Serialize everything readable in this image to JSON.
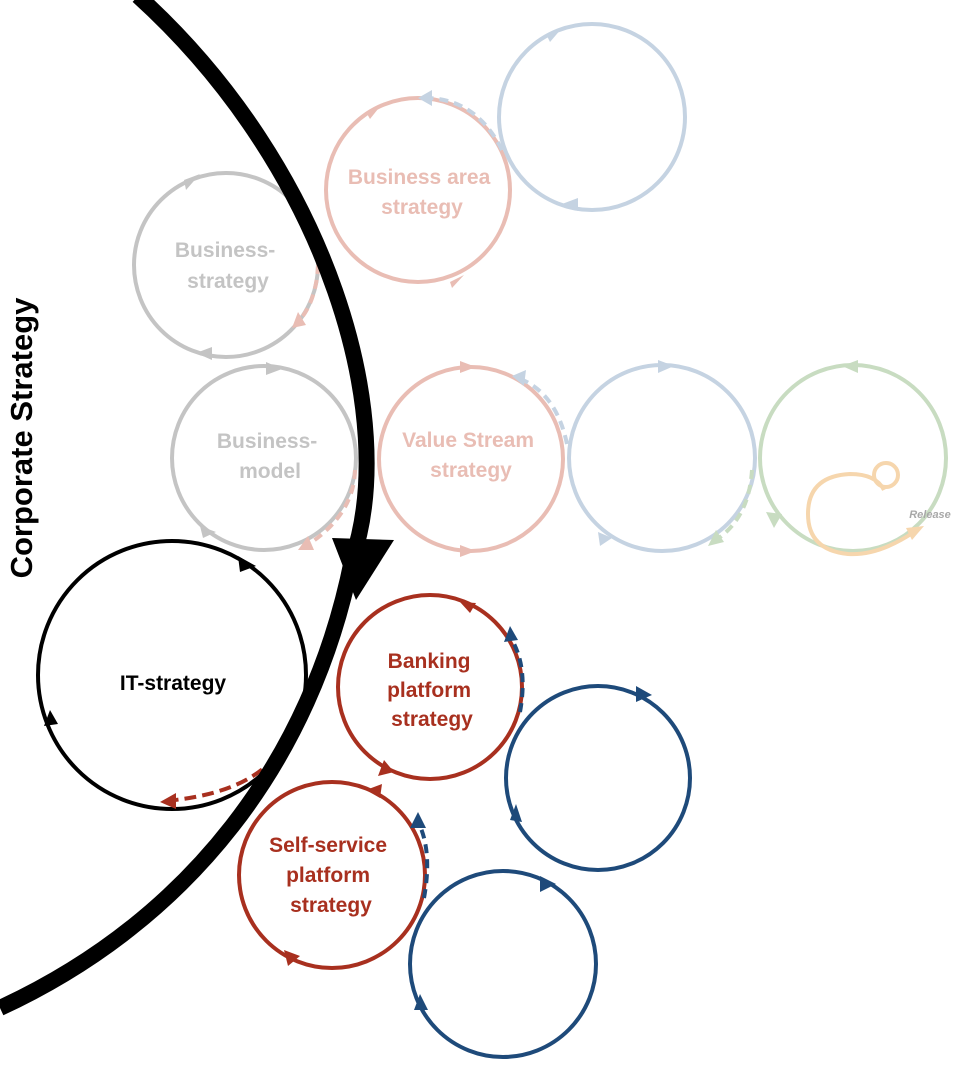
{
  "title": "Corporate Strategy",
  "colors": {
    "corporate": "#000000",
    "it": "#000000",
    "platform": "#a8301f",
    "team": "#1e4a7a",
    "faded_gray": "#c4c4c4",
    "faded_red": "#e9bdb4",
    "faded_blue": "#c5d3e2",
    "faded_green": "#c8dcc1",
    "faded_orange": "#f6d6ad",
    "release_text": "#a8a8a8"
  },
  "nodes": {
    "business_strategy": {
      "lines": [
        "Business-",
        "strategy"
      ]
    },
    "business_area_strategy": {
      "lines": [
        "Business area",
        "strategy"
      ]
    },
    "business_model": {
      "lines": [
        "Business-",
        "model"
      ]
    },
    "value_stream_strategy": {
      "lines": [
        "Value Stream",
        "strategy"
      ]
    },
    "it_strategy": {
      "lines": [
        "IT-strategy"
      ]
    },
    "banking_platform_strategy": {
      "lines": [
        "Banking",
        "platform",
        "strategy"
      ]
    },
    "self_service_platform_strategy": {
      "lines": [
        "Self-service",
        "platform",
        "strategy"
      ]
    },
    "release": {
      "label": "Release"
    }
  }
}
